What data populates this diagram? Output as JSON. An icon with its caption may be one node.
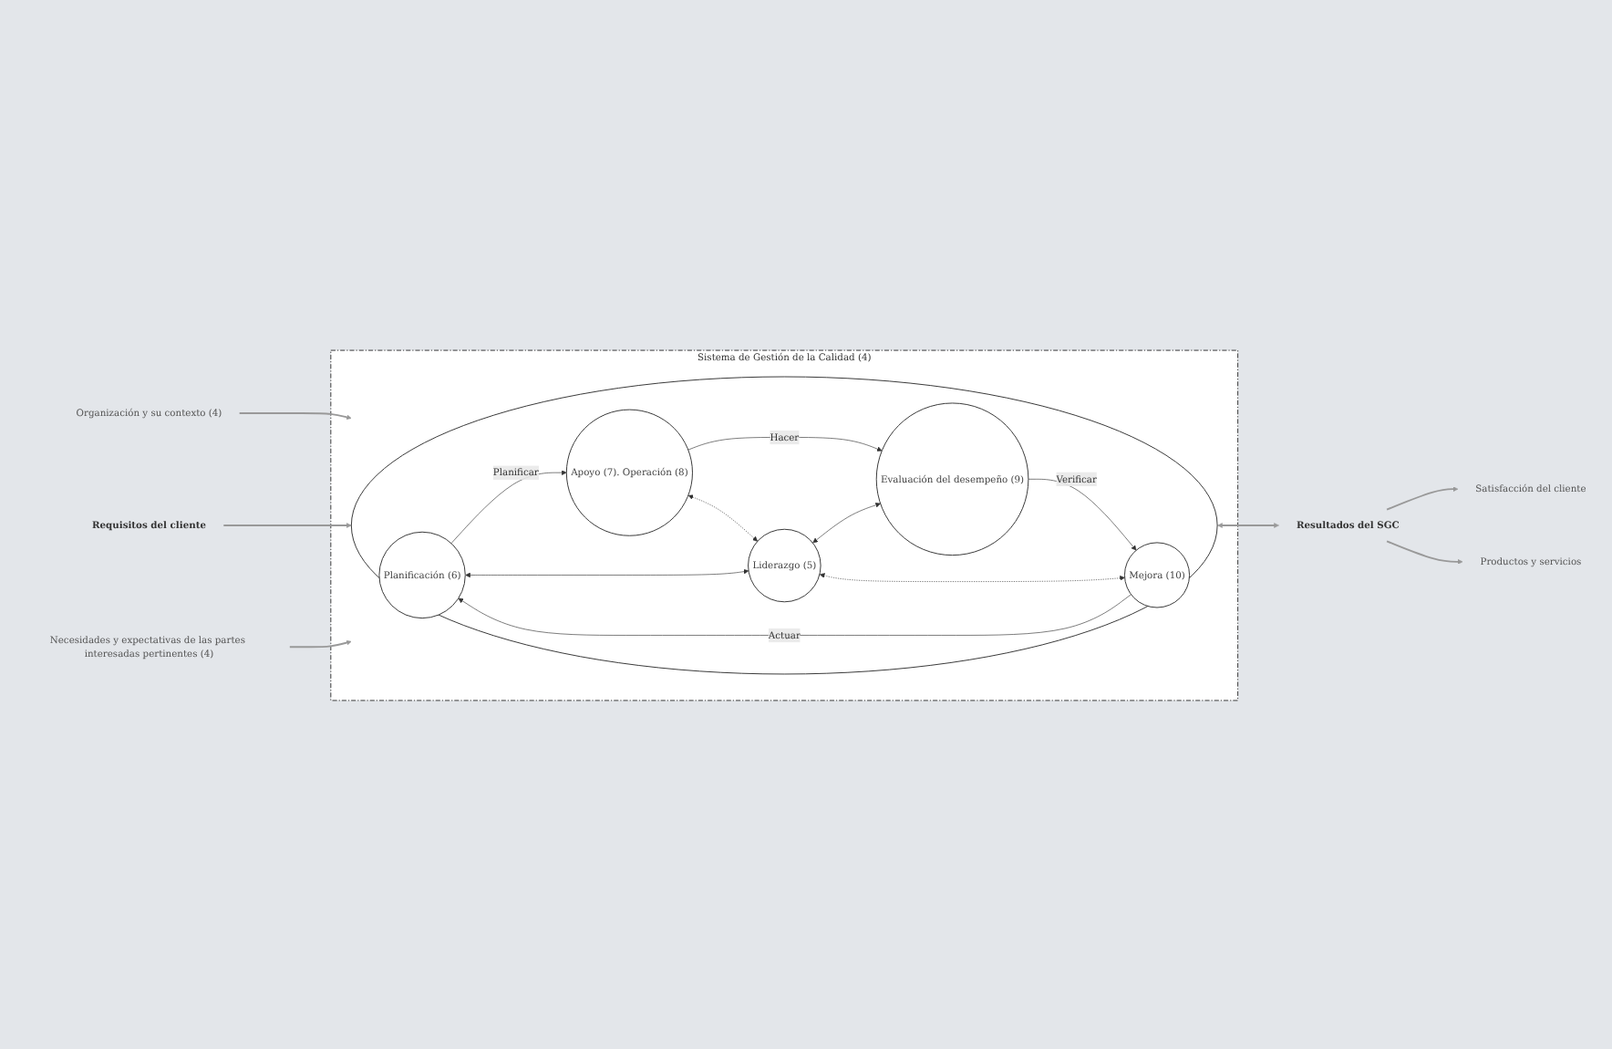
{
  "diagram": {
    "nodes": [
      {
        "text": [
          "Sistema de Gestión de la Calidad (4)"
        ]
      },
      {
        "text": [],
        "shape": "circle",
        "in": 0
      },
      {
        "text": [
          "Apoyo (7). Operación (8)"
        ],
        "in": 1
      },
      {
        "text": [
          "Planificación (6)"
        ],
        "in": 1
      },
      {
        "text": [
          "Liderazgo (5)"
        ],
        "in": 1
      },
      {
        "text": [
          "Evaluación del desempeño (9)"
        ],
        "in": 1
      },
      {
        "text": [
          "Mejora (10)"
        ],
        "in": 1
      },
      {
        "text": [
          "Organización y su contexto (4)"
        ]
      },
      {
        "text": [
          "Requisitos del cliente"
        ]
      },
      {
        "text": [
          "Necesidades y expectativas de las partes interesadas pertinentes (4)"
        ]
      },
      {
        "text": [
          "Resultados del SGC"
        ]
      },
      {
        "text": [
          "Satisfacción del cliente"
        ]
      },
      {
        "text": [
          "Productos y servicios"
        ]
      }
    ],
    "edges": [
      {
        "from": 7,
        "to": 1,
        "arrow": "to",
        "color": "#999999"
      },
      {
        "from": 8,
        "to": 1,
        "arrow": "to",
        "color": "#999999"
      },
      {
        "from": 9,
        "to": 1,
        "arrow": "to",
        "color": "#999999"
      },
      {
        "from": 3,
        "to": 2,
        "arrow": "to",
        "label": "Planificar"
      },
      {
        "from": 2,
        "to": 5,
        "arrow": "to",
        "label": "Hacer"
      },
      {
        "from": 5,
        "to": 6,
        "arrow": "to",
        "label": "Verificar"
      },
      {
        "from": 6,
        "to": 3,
        "arrow": "to",
        "label": "Actuar"
      },
      {
        "from": 2,
        "to": 4,
        "arrow": "both",
        "style": "dashed"
      },
      {
        "from": 3,
        "to": 4,
        "arrow": "both"
      },
      {
        "from": 4,
        "to": 5,
        "arrow": "both"
      },
      {
        "from": 4,
        "to": 6,
        "arrow": "both",
        "style": "dashed"
      },
      {
        "from": 1,
        "to": 10,
        "arrow": "both",
        "color": "#999999"
      },
      {
        "from": 10,
        "to": 11,
        "arrow": "to",
        "color": "#999999"
      },
      {
        "from": 10,
        "to": 12,
        "arrow": "to",
        "color": "#999999"
      }
    ]
  }
}
